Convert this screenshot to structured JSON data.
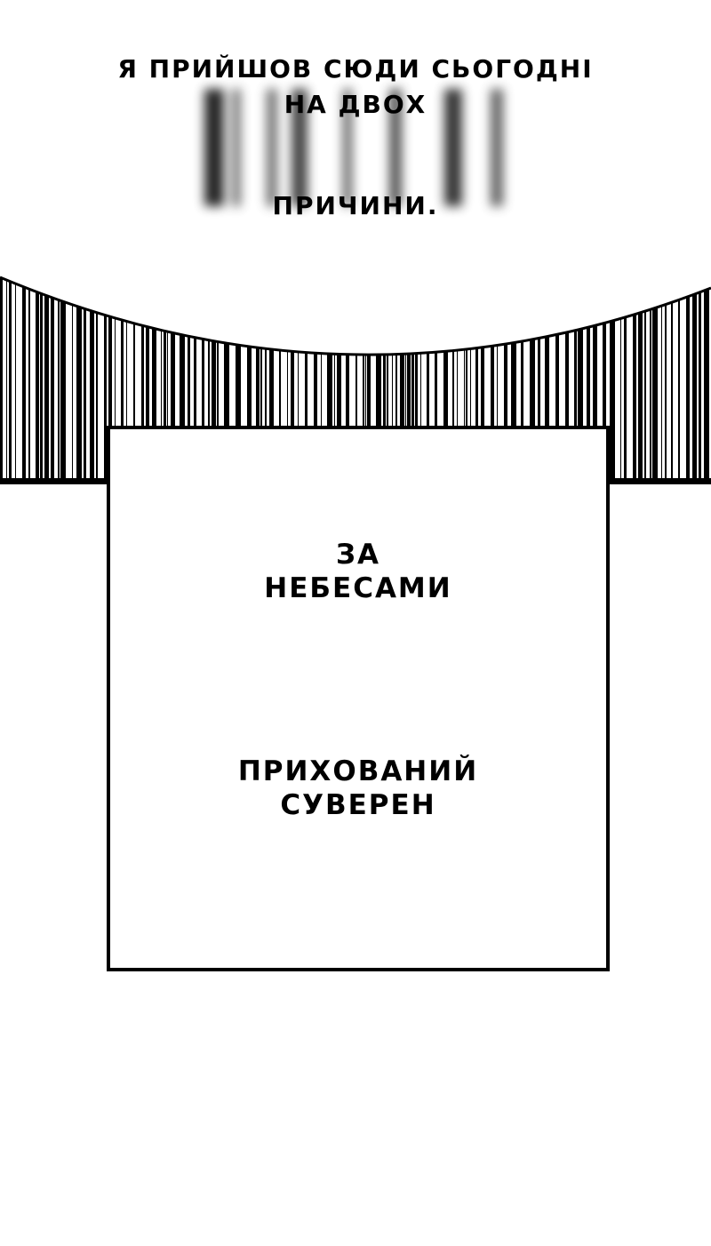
{
  "caption": {
    "line1": "Я ПРИЙШОВ СЮДИ СЬОГОДНІ",
    "line2": "НА ДВОХ",
    "line3": "ПРИЧИНИ."
  },
  "panel": {
    "reason1": {
      "line1": "ЗА",
      "line2": "НЕБЕСАМИ"
    },
    "reason2": {
      "line1": "ПРИХОВАНИЙ",
      "line2": "СУВЕРЕН"
    }
  },
  "colors": {
    "ink": "#000000",
    "paper": "#ffffff"
  }
}
